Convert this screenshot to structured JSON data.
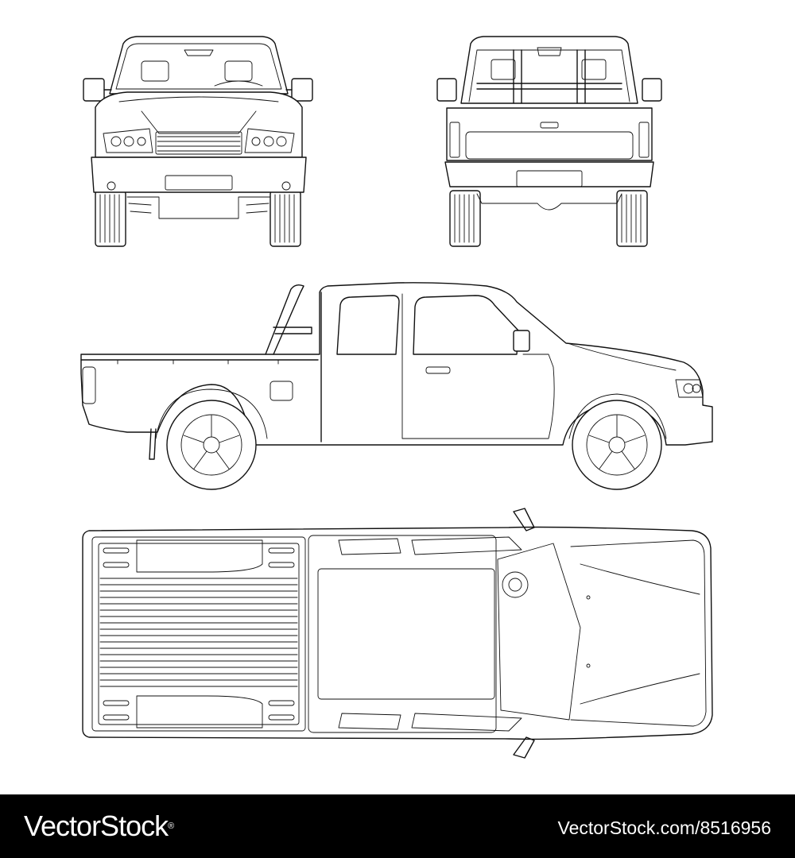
{
  "footer": {
    "brand": "VectorStock",
    "brand_mark": "®",
    "asset_url": "VectorStock.com/8516956",
    "background": "#000000",
    "text_color": "#ffffff"
  },
  "drawing": {
    "subject": "pickup truck",
    "views": [
      "front",
      "rear",
      "side",
      "top"
    ],
    "line_color": "#111111",
    "background": "#ffffff"
  }
}
